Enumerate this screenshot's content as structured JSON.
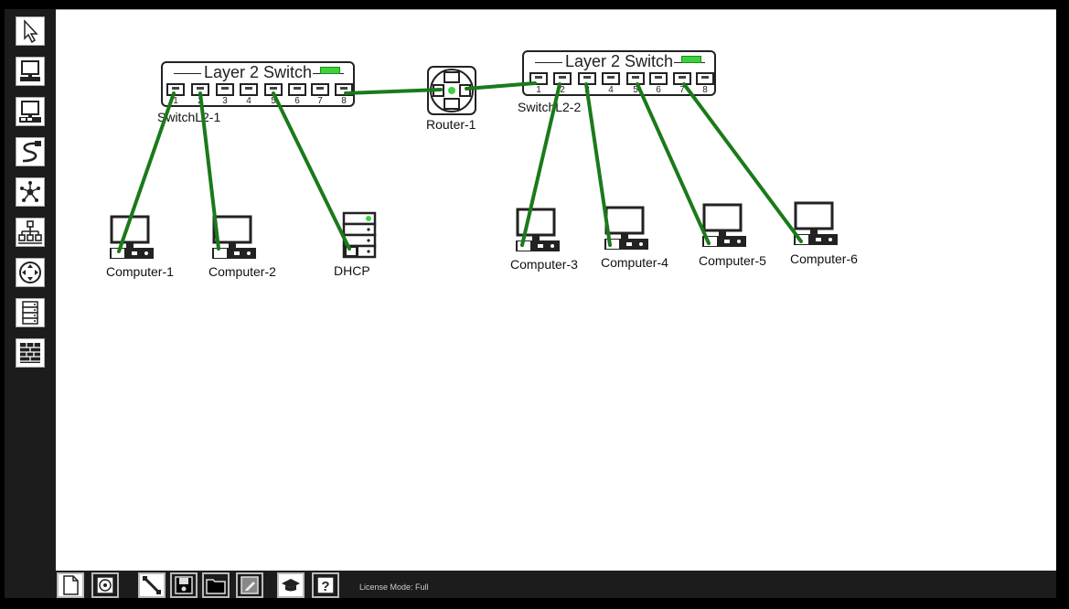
{
  "sidebar": {
    "tools": [
      {
        "name": "select-tool",
        "icon": "pointer-icon"
      },
      {
        "name": "computer-tool",
        "icon": "computer-icon"
      },
      {
        "name": "computer-group-tool",
        "icon": "computer-group-icon"
      },
      {
        "name": "cable-tool",
        "icon": "cable-icon"
      },
      {
        "name": "hub-tool",
        "icon": "hub-icon"
      },
      {
        "name": "switch-tool",
        "icon": "switch-icon"
      },
      {
        "name": "router-tool",
        "icon": "router-icon"
      },
      {
        "name": "server-tool",
        "icon": "server-icon"
      },
      {
        "name": "firewall-tool",
        "icon": "firewall-icon"
      }
    ]
  },
  "canvas": {
    "switches": [
      {
        "id": "sw1",
        "title": "Layer 2 Switch",
        "label": "SwitchL2-1",
        "ports": [
          "1",
          "2",
          "3",
          "4",
          "5",
          "6",
          "7",
          "8"
        ]
      },
      {
        "id": "sw2",
        "title": "Layer 2 Switch",
        "label": "SwitchL2-2",
        "ports": [
          "1",
          "2",
          "3",
          "4",
          "5",
          "6",
          "7",
          "8"
        ]
      }
    ],
    "router": {
      "label": "Router-1",
      "status_color": "#3dd13d"
    },
    "computers": [
      {
        "label": "Computer-1"
      },
      {
        "label": "Computer-2"
      },
      {
        "label": "Computer-3"
      },
      {
        "label": "Computer-4"
      },
      {
        "label": "Computer-5"
      },
      {
        "label": "Computer-6"
      }
    ],
    "server": {
      "label": "DHCP"
    },
    "links": [
      {
        "from": "SwitchL2-1:1",
        "to": "Computer-1"
      },
      {
        "from": "SwitchL2-1:2",
        "to": "Computer-2"
      },
      {
        "from": "SwitchL2-1:5",
        "to": "DHCP"
      },
      {
        "from": "SwitchL2-1:8",
        "to": "Router-1"
      },
      {
        "from": "Router-1",
        "to": "SwitchL2-2:1"
      },
      {
        "from": "SwitchL2-2:2",
        "to": "Computer-3"
      },
      {
        "from": "SwitchL2-2:3",
        "to": "Computer-4"
      },
      {
        "from": "SwitchL2-2:5",
        "to": "Computer-5"
      },
      {
        "from": "SwitchL2-2:7",
        "to": "Computer-6"
      }
    ],
    "link_color": "#1a7a1a"
  },
  "bottombar": {
    "buttons": [
      {
        "name": "new-file",
        "icon": "new-document-icon"
      },
      {
        "name": "settings",
        "icon": "disc-icon"
      },
      {
        "name": "delete-cable",
        "icon": "cable-cut-icon"
      },
      {
        "name": "save",
        "icon": "floppy-icon"
      },
      {
        "name": "open",
        "icon": "folder-icon"
      },
      {
        "name": "edit",
        "icon": "edit-icon"
      },
      {
        "name": "tutorial",
        "icon": "graduation-cap-icon"
      },
      {
        "name": "help",
        "icon": "help-icon"
      }
    ],
    "license_text": "License Mode: Full"
  }
}
